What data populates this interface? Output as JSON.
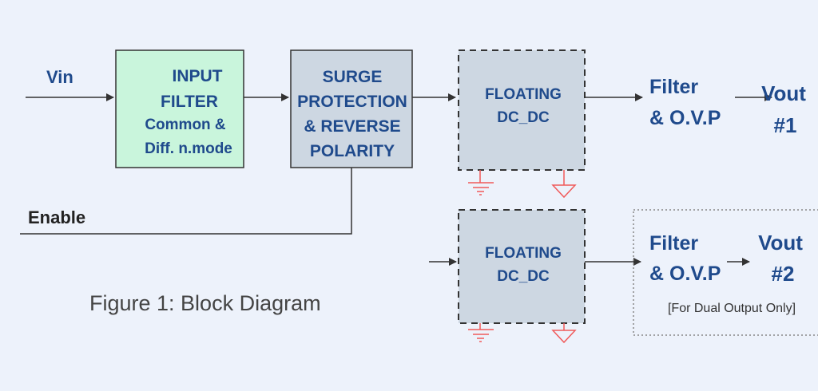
{
  "labels": {
    "vin": "Vin",
    "enable": "Enable",
    "caption": "Figure 1: Block Diagram",
    "note": "[For Dual Output Only]"
  },
  "blocks": {
    "input_filter": [
      "INPUT",
      "FILTER",
      "Common &",
      "Diff. n.mode"
    ],
    "surge": [
      "SURGE",
      "PROTECTION",
      "& REVERSE",
      "POLARITY"
    ],
    "dcdc1": [
      "FLOATING",
      "DC_DC"
    ],
    "dcdc2": [
      "FLOATING",
      "DC_DC"
    ],
    "filter1": [
      "Filter",
      "& O.V.P"
    ],
    "filter2": [
      "Filter",
      "& O.V.P"
    ],
    "vout1": [
      "Vout",
      "#1"
    ],
    "vout2": [
      "Vout",
      "#2"
    ]
  },
  "colors": {
    "background": "#edf2fb",
    "text_blue": "#1f4a8c",
    "input_filter_fill": "#c9f5dc",
    "block_fill": "#cdd7e2",
    "ground": "#f05a5a"
  }
}
